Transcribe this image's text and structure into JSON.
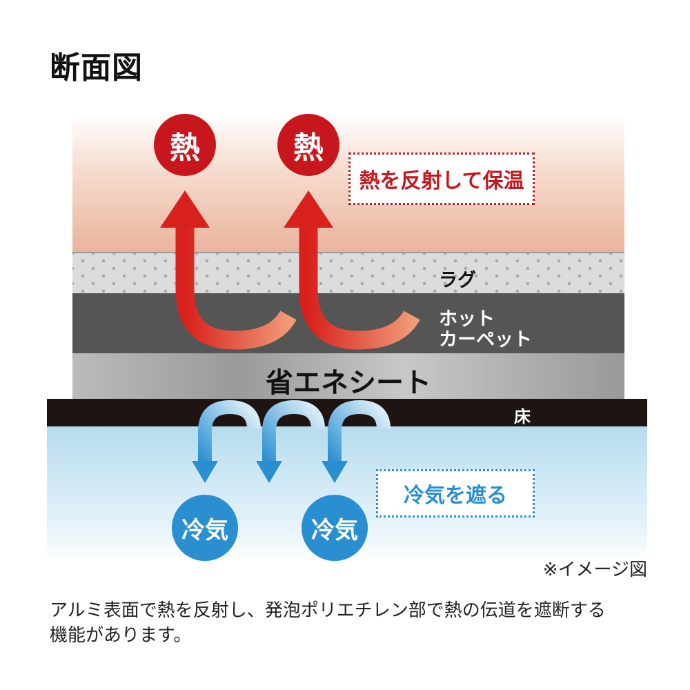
{
  "title": "断面図",
  "layers": {
    "rug": "ラグ",
    "hot_carpet_1": "ホット",
    "hot_carpet_2": "カーペット",
    "sheet": "省エネシート",
    "floor": "床"
  },
  "heat": {
    "symbol": "熱",
    "label": "熱を反射して保温",
    "color": "#c8161d"
  },
  "cold": {
    "symbol": "冷気",
    "label": "冷気を遮る",
    "color": "#2a8fd1"
  },
  "note": "※イメージ図",
  "caption": [
    "アルミ表面で熱を反射し、発泡ポリエチレン部で熱の伝道を遮断する",
    "機能があります。"
  ]
}
